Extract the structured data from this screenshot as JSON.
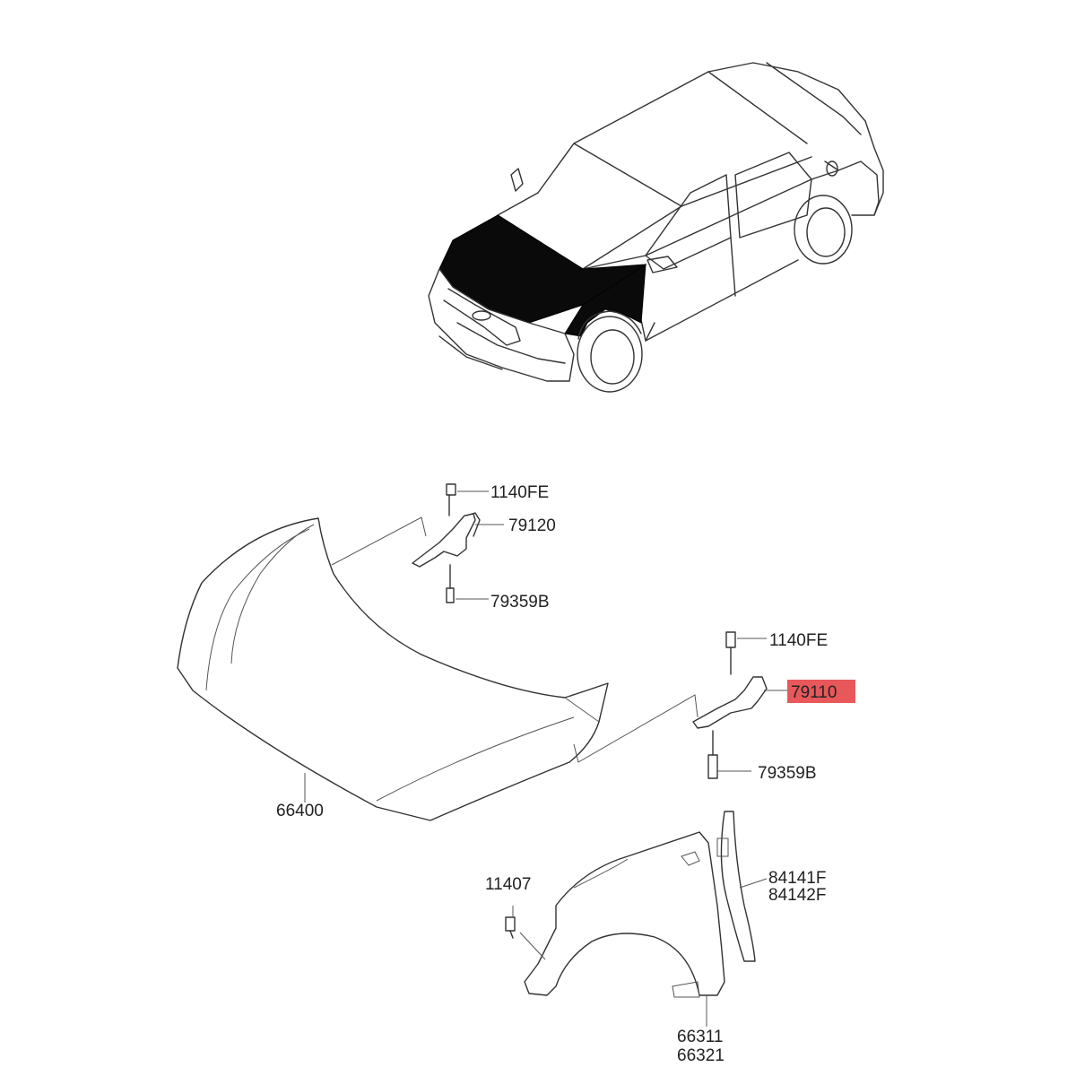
{
  "diagram": {
    "highlight_color": "#e8585a",
    "labels": {
      "bolt_top_left": "1140FE",
      "hinge_left": "79120",
      "bolt_bottom_left": "79359B",
      "bolt_top_right": "1140FE",
      "hinge_right": "79110",
      "bolt_bottom_right": "79359B",
      "hood": "66400",
      "fender_bolt": "11407",
      "fender_seal_a": "84141F",
      "fender_seal_b": "84142F",
      "fender_a": "66311",
      "fender_b": "66321"
    },
    "highlighted_part": "79110"
  }
}
